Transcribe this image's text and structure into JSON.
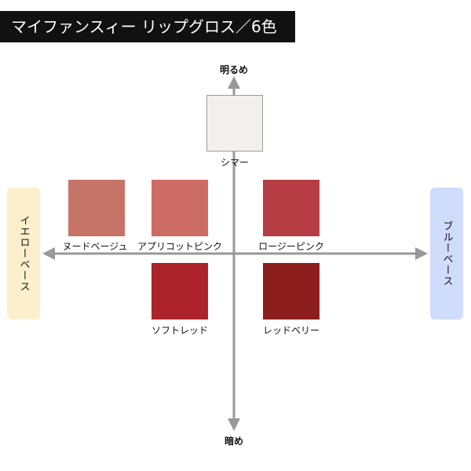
{
  "header": {
    "title": "マイファンスィー リップグロス／6色"
  },
  "axes": {
    "top_label": "明るめ",
    "bottom_label": "暗め",
    "left_label": "イエローベース",
    "right_label": "ブルーベース"
  },
  "colors": {
    "axis": "#999999",
    "yellow_base_panel": "#fcf0cc",
    "blue_base_panel": "#cfdcfb"
  },
  "shades": [
    {
      "name": "シマー",
      "color": "#f2f0ec"
    },
    {
      "name": "ヌードベージュ",
      "color": "#c67468"
    },
    {
      "name": "アプリコットピンク",
      "color": "#cd6c64"
    },
    {
      "name": "ロージーピンク",
      "color": "#b53d43"
    },
    {
      "name": "ソフトレッド",
      "color": "#ad232b"
    },
    {
      "name": "レッドベリー",
      "color": "#8c1d1d"
    }
  ]
}
